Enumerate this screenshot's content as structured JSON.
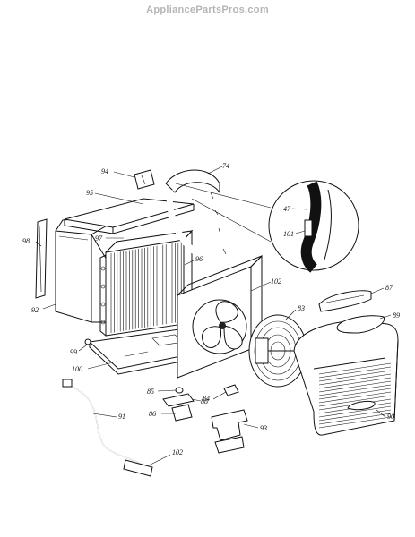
{
  "watermark": "AppliancePartsPros.com",
  "callouts": {
    "p94": "94",
    "p74": "74",
    "p95": "95",
    "p97": "97",
    "p98": "98",
    "p96": "96",
    "p92": "92",
    "p102a": "102",
    "p83": "83",
    "p87": "87",
    "p89": "89",
    "p99": "99",
    "p100": "100",
    "p85": "85",
    "p88": "88",
    "p84": "84",
    "p86": "86",
    "p91": "91",
    "p93": "93",
    "p90": "90",
    "p102b": "102",
    "p47": "47",
    "p101": "101"
  }
}
